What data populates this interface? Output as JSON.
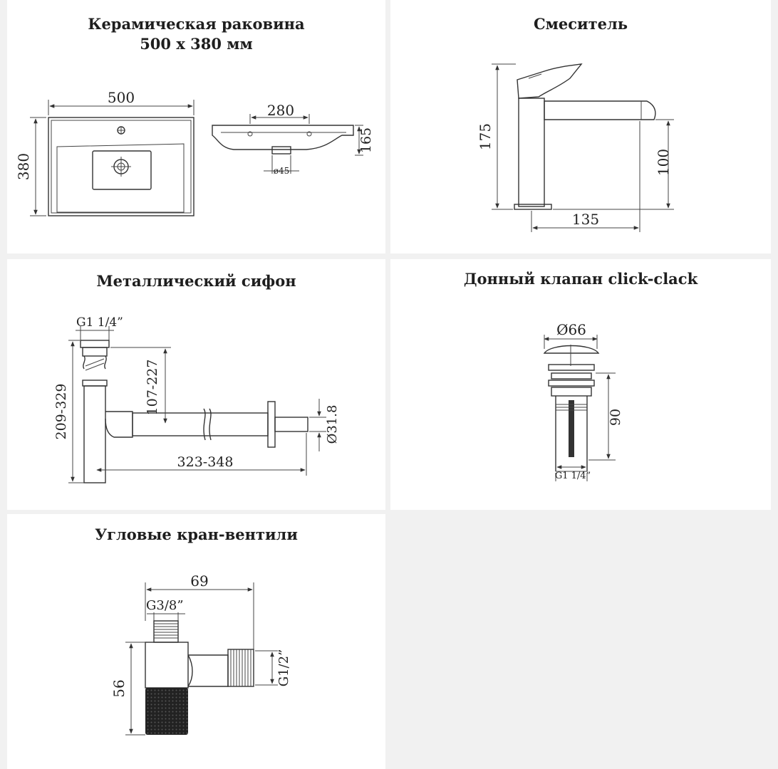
{
  "sink": {
    "title_line1": "Керамическая раковина",
    "title_line2": "500 х 380 мм",
    "dim_width": "500",
    "dim_height": "380",
    "dim_side": "280",
    "dim_depth": "165",
    "dim_drain": "ø45"
  },
  "faucet": {
    "title": "Смеситель",
    "dim_height": "175",
    "dim_spout_height": "100",
    "dim_reach": "135"
  },
  "siphon": {
    "title": "Металлический сифон",
    "dim_thread": "G1 1/4”",
    "dim_height": "209-329",
    "dim_adjust": "107-227",
    "dim_length": "323-348",
    "dim_pipe": "Ø31.8"
  },
  "valve": {
    "title": "Донный клапан click-clack",
    "dim_diameter": "Ø66",
    "dim_height": "90",
    "dim_thread": "G1 1/4”"
  },
  "angle_valve": {
    "title": "Угловые кран-вентили",
    "dim_length": "69",
    "dim_thread_top": "G3/8”",
    "dim_height": "56",
    "dim_thread_side": "G1/2”"
  }
}
